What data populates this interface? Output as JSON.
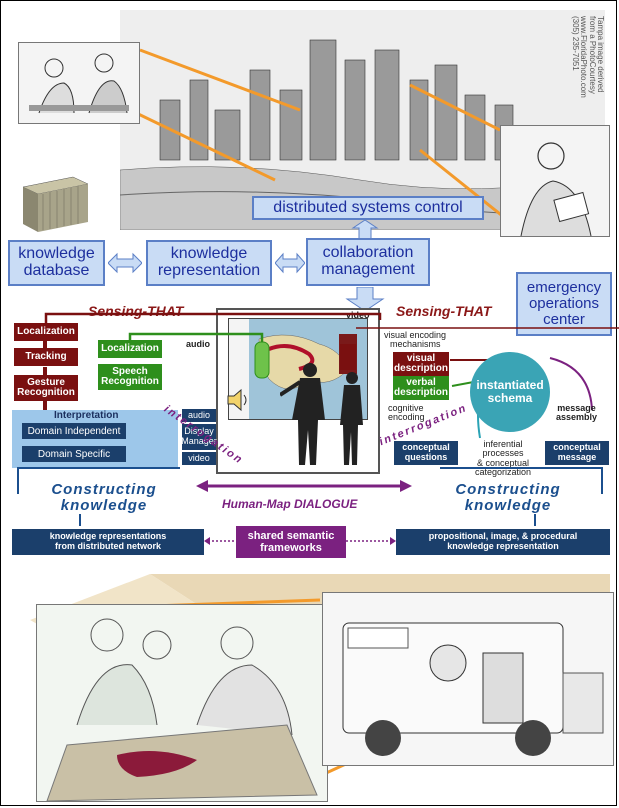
{
  "photo_credit": {
    "l1": "Tampa image derived",
    "l2": "from a PhotoCourtesy",
    "l3": "www.FloridaPhoto.com",
    "l4": "(305) 235-7051"
  },
  "top": {
    "distributed": "distributed systems control",
    "knowledge_db_1": "knowledge",
    "knowledge_db_2": "database",
    "knowledge_rep_1": "knowledge",
    "knowledge_rep_2": "representation",
    "collab_1": "collaboration",
    "collab_2": "management",
    "eoc_1": "emergency",
    "eoc_2": "operations",
    "eoc_3": "center"
  },
  "left": {
    "sensing": "Sensing-THAT",
    "localization": "Localization",
    "tracking": "Tracking",
    "gesture_1": "Gesture",
    "gesture_2": "Recognition",
    "interpretation": "Interpretation",
    "domain_independent": "Domain Independent",
    "domain_specific": "Domain Specific",
    "audio_box": "audio",
    "display_manager_1": "Display",
    "display_manager_2": "Manager",
    "video_box": "video",
    "green_localization": "Localization",
    "speech_1": "Speech",
    "speech_2": "Recognition",
    "audio_label": "audio",
    "constructing": "Constructing",
    "knowledge": "knowledge",
    "kr_dist_1": "knowledge representations",
    "kr_dist_2": "from distributed network"
  },
  "center": {
    "video_label": "video",
    "interrogation_left": "interrogation",
    "interrogation_right": "interrogation",
    "dialogue": "Human-Map DIALOGUE",
    "shared_1": "shared semantic",
    "shared_2": "frameworks"
  },
  "right": {
    "sensing": "Sensing-THAT",
    "visual_enc_1": "visual encoding",
    "visual_enc_2": "mechanisms",
    "visual_desc_1": "visual",
    "visual_desc_2": "description",
    "verbal_desc_1": "verbal",
    "verbal_desc_2": "description",
    "cognitive_1": "cognitive",
    "cognitive_2": "encoding",
    "schema_1": "instantiated",
    "schema_2": "schema",
    "message_assembly_1": "message",
    "message_assembly_2": "assembly",
    "conceptual_q_1": "conceptual",
    "conceptual_q_2": "questions",
    "inferential_1": "inferential",
    "inferential_2": "processes",
    "inferential_3": "& conceptual",
    "inferential_4": "categorization",
    "conceptual_m_1": "conceptual",
    "conceptual_m_2": "message",
    "constructing": "Constructing",
    "knowledge": "knowledge",
    "prop_1": "propositional, image, & procedural",
    "prop_2": "knowledge representation"
  },
  "colors": {
    "dark_red": "#7a1010",
    "green": "#2e8f1c",
    "navy": "#1b3f6b",
    "light_blue": "#c9dcf5",
    "purple": "#7b2180",
    "teal": "#2aa3b5",
    "orange": "#f39a2b"
  }
}
